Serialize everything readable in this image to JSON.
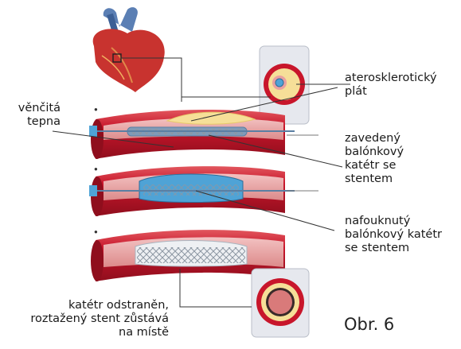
{
  "labels": {
    "coronary_artery": "věnčitá\ntepna",
    "plaque": "aterosklerotický\nplát",
    "inserted_catheter": "zavedený\nbalónkový\nkatétr se\nstentem",
    "inflated_catheter": "nafouknutý\nbalónkový katétr\nse stentem",
    "removed_catheter": "katétr odstraněn,\nroztažený stent zůstává\nna místě",
    "figure_number": "Obr. 6"
  },
  "colors": {
    "artery_wall": "#c8162b",
    "artery_dark": "#8f0e1d",
    "artery_light": "#e2575e",
    "lumen": "#e9a0a0",
    "plaque": "#f6df98",
    "catheter": "#5a7fa3",
    "balloon": "#4fa3d6",
    "stent": "#a9b4bf",
    "panel": "#e6e8ee",
    "heart": "#c8332f",
    "leader": "#333333"
  },
  "icons": [
    "heart-icon",
    "artery-cross-section",
    "stent-mesh"
  ]
}
